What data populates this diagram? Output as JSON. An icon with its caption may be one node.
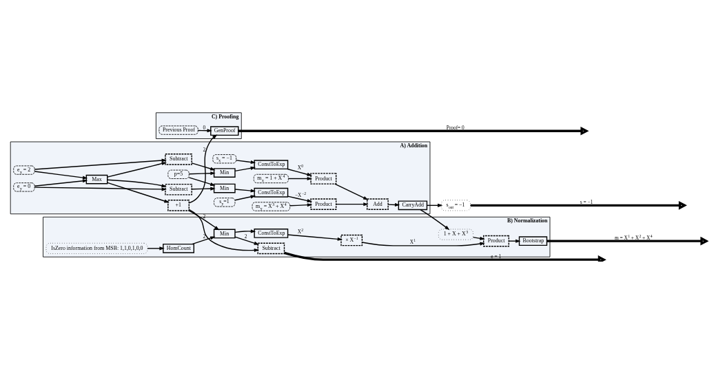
{
  "diagram": {
    "nodes": [
      {
        "text": [
          "A) Addition"
        ]
      },
      {
        "text": [
          "e$_{x}$ = 2"
        ],
        "in": 0
      },
      {
        "text": [
          "e$_{y}$ = 0"
        ],
        "in": 0
      },
      {
        "text": [
          "Max"
        ],
        "in": 0
      },
      {
        "text": [
          "+1"
        ],
        "in": 0
      },
      {
        "text": [
          "s$_{x}$ = −1"
        ],
        "in": 0
      },
      {
        "text": [
          "s$_{y}$=1"
        ],
        "in": 0
      },
      {
        "text": [
          "Subtract"
        ],
        "in": 0
      },
      {
        "text": [
          "Subtract"
        ],
        "in": 0
      },
      {
        "text": [
          "Min"
        ],
        "in": 0
      },
      {
        "text": [
          "p=5"
        ],
        "in": 0
      },
      {
        "text": [
          "Min"
        ],
        "in": 0
      },
      {
        "text": [
          "ConstToExp"
        ],
        "in": 0
      },
      {
        "text": [
          "ConstToExp"
        ],
        "in": 0
      },
      {
        "text": [
          "Product"
        ],
        "in": 0
      },
      {
        "text": [
          "Add"
        ],
        "in": 0
      },
      {
        "text": [
          "Product"
        ],
        "in": 0
      },
      {
        "text": [
          "m$_{x}$ = 1 + X$^{4}$"
        ],
        "in": 0
      },
      {
        "text": [
          "m$_{y}$ = X$^{3}$ + X$^{4}$"
        ],
        "in": 0
      },
      {
        "text": [
          "CarryAdd"
        ],
        "in": 0
      },
      {
        "text": [
          "C) Proofing"
        ]
      },
      {
        "text": [
          "Previous Proof"
        ],
        "in": 20
      },
      {
        "text": [
          "GenProof"
        ],
        "in": 20
      },
      {
        "text": [
          "B) Normalization"
        ]
      },
      {
        "text": [
          "Subtract"
        ],
        "in": 23
      },
      {
        "text": [
          "Min"
        ],
        "in": 23
      },
      {
        "text": [
          "HomCount"
        ],
        "in": 23
      },
      {
        "text": [
          "ConstToExp"
        ],
        "in": 23
      },
      {
        "text": [
          "× X$^{−1}$"
        ],
        "in": 23
      },
      {
        "text": [
          "IsZero information from MSB: 1,1,0,1,0,0"
        ],
        "in": 23
      },
      {
        "text": [
          "1 + X + X$^{3}$"
        ],
        "in": 23
      },
      {
        "text": [
          "Product"
        ],
        "in": 23
      },
      {
        "text": [
          "Bootstrap"
        ],
        "in": 23
      },
      {
        "text": [
          "s$_{out}$ = −1"
        ]
      }
    ],
    "edges": [
      {
        "from": 1,
        "to": 3,
        "arrow": "to"
      },
      {
        "from": 2,
        "to": 3,
        "arrow": "to"
      },
      {
        "from": 1,
        "to": 7,
        "arrow": "to"
      },
      {
        "from": 2,
        "to": 8,
        "arrow": "to"
      },
      {
        "from": 3,
        "to": 7,
        "arrow": "to"
      },
      {
        "from": 3,
        "to": 8,
        "arrow": "to"
      },
      {
        "from": 3,
        "to": 4,
        "arrow": "to"
      },
      {
        "from": 5,
        "to": 12,
        "arrow": "to"
      },
      {
        "from": 6,
        "to": 13,
        "arrow": "to"
      },
      {
        "from": 7,
        "to": 9,
        "arrow": "to"
      },
      {
        "from": 8,
        "to": 11,
        "arrow": "to"
      },
      {
        "from": 10,
        "to": 9,
        "arrow": "to"
      },
      {
        "from": 10,
        "to": 11,
        "arrow": "to"
      },
      {
        "from": 9,
        "to": 12,
        "arrow": "to"
      },
      {
        "from": 11,
        "to": 13,
        "arrow": "to"
      },
      {
        "from": 12,
        "to": 14,
        "arrow": "to",
        "label": "X$^{0}$"
      },
      {
        "from": 13,
        "to": 16,
        "arrow": "to",
        "label": "−X$^{−2}$"
      },
      {
        "from": 17,
        "to": 14,
        "arrow": "to"
      },
      {
        "from": 18,
        "to": 16,
        "arrow": "to"
      },
      {
        "from": 14,
        "to": 15,
        "arrow": "to"
      },
      {
        "from": 16,
        "to": 15,
        "arrow": "to"
      },
      {
        "from": 15,
        "to": 19,
        "arrow": "to"
      },
      {
        "from": 19,
        "to": 33,
        "arrow": "to"
      },
      {
        "from": 19,
        "to": 30,
        "arrow": "to"
      },
      {
        "from": 21,
        "to": 22,
        "arrow": "to",
        "label": "0"
      },
      {
        "from": 4,
        "to": 22,
        "arrow": "to",
        "label": "2"
      },
      {
        "from": 4,
        "to": 24,
        "arrow": "to"
      },
      {
        "from": 4,
        "to": 25,
        "arrow": "to",
        "label": "2"
      },
      {
        "from": 26,
        "to": 25,
        "arrow": "to",
        "label": "2"
      },
      {
        "from": 25,
        "to": 24,
        "arrow": "to",
        "label": "2"
      },
      {
        "from": 25,
        "to": 27,
        "arrow": "to"
      },
      {
        "from": 27,
        "to": 28,
        "arrow": "to",
        "label": "X$^{2}$"
      },
      {
        "from": 28,
        "to": 31,
        "arrow": "to",
        "label": "X$^{1}$"
      },
      {
        "from": 29,
        "to": 26,
        "arrow": "to"
      },
      {
        "from": 30,
        "to": 31,
        "arrow": "to"
      },
      {
        "from": 31,
        "to": 32,
        "arrow": "to"
      },
      {
        "from": 22,
        "to": null,
        "arrow": "to",
        "label": "Proof= 0",
        "style": "thick"
      },
      {
        "from": 24,
        "to": null,
        "arrow": "to",
        "label": "e = 1",
        "style": "thick"
      },
      {
        "from": 32,
        "to": null,
        "arrow": "to",
        "label": "m = X$^{1}$ + X$^{2}$ + X$^{4}$",
        "style": "thick"
      },
      {
        "from": 33,
        "to": null,
        "arrow": "to",
        "label": "s = −1",
        "style": "thick"
      }
    ]
  }
}
